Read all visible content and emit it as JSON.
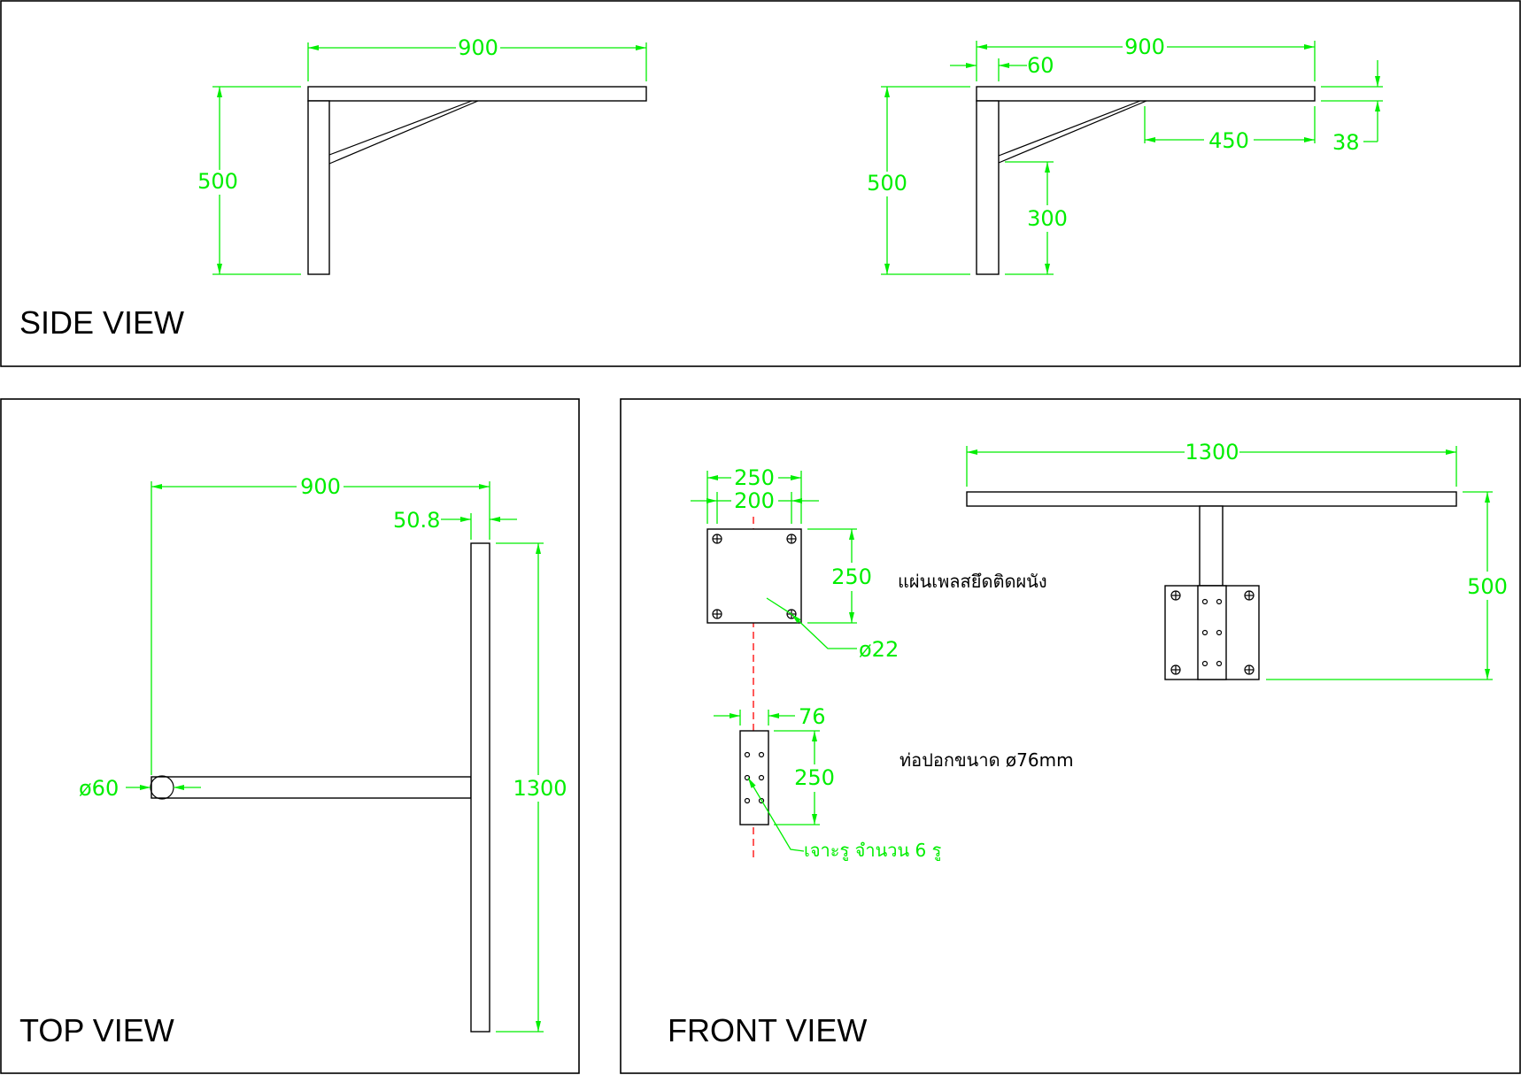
{
  "views": {
    "side": "SIDE VIEW",
    "top": "TOP VIEW",
    "front": "FRONT VIEW"
  },
  "dims": {
    "side_left_width": "900",
    "side_left_height": "500",
    "side_right_width": "900",
    "side_right_offset": "60",
    "side_right_height": "500",
    "side_right_brace_end": "450",
    "side_right_thickness": "38",
    "side_right_brace_height": "300",
    "top_width": "900",
    "top_bar_width": "50.8",
    "top_pipe_dia": "ø60",
    "top_length": "1300",
    "front_plate_outer": "250",
    "front_plate_inner": "200",
    "front_plate_height": "250",
    "front_hole_dia": "ø22",
    "front_sleeve_width": "76",
    "front_sleeve_height": "250",
    "front_bar_length": "1300",
    "front_height": "500"
  },
  "notes": {
    "plate": "แผ่นเพลสยึดติดผนัง",
    "sleeve": "ท่อปอกขนาด ø76mm",
    "holes": "เจาะรู  จำนวน 6  รู"
  },
  "colors": {
    "dimension": "#00ee00",
    "centerline": "#ff0000",
    "outline": "#000000"
  }
}
